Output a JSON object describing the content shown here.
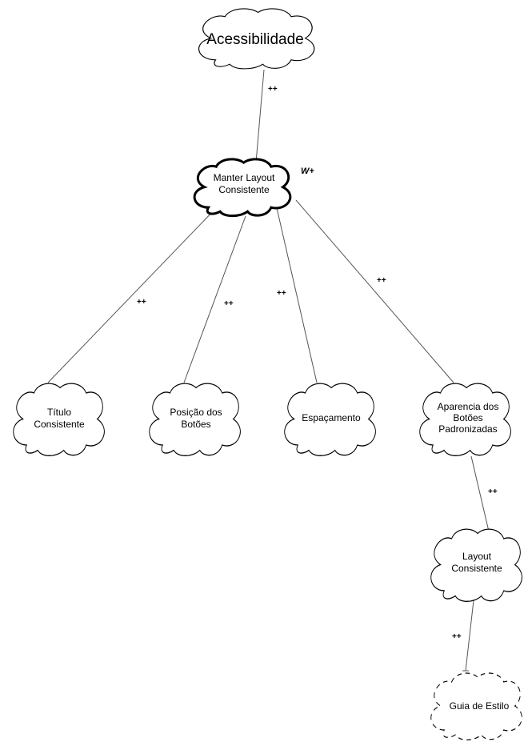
{
  "nodes": {
    "acessibilidade": {
      "lines": [
        "Acessibilidade"
      ]
    },
    "manter": {
      "lines": [
        "Manter Layout",
        "Consistente"
      ]
    },
    "titulo": {
      "lines": [
        "Título",
        "Consistente"
      ]
    },
    "posicao": {
      "lines": [
        "Posição dos",
        "Botões"
      ]
    },
    "espacamento": {
      "lines": [
        "Espaçamento"
      ]
    },
    "aparencia": {
      "lines": [
        "Aparencia dos",
        "Botões",
        "Padronizadas"
      ]
    },
    "layout": {
      "lines": [
        "Layout",
        "Consistente"
      ]
    },
    "guia": {
      "lines": [
        "Guia de Estilo"
      ]
    }
  },
  "edges": {
    "e1": "++",
    "e2": "++",
    "e3": "++",
    "e4": "++",
    "e5": "++",
    "e6": "++",
    "e7": "++"
  },
  "annotations": {
    "wplus": "W+"
  }
}
